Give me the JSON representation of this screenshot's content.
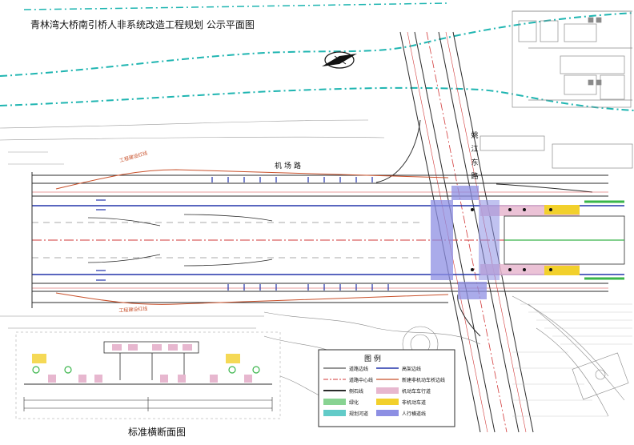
{
  "title": "青林湾大桥南引桥人非系统改造工程规划    公示平面图",
  "roads": {
    "airport": "机场路",
    "yaojiang": "姚江东路"
  },
  "redline_labels": {
    "top": "工程建设红线",
    "bottom": "工程建设红线"
  },
  "section": {
    "title": "标准横断面图"
  },
  "legend": {
    "title": "图 例",
    "items": [
      {
        "label": "道路边线"
      },
      {
        "label": "道路中心线"
      },
      {
        "label": "侧石线"
      },
      {
        "label": "绿化"
      },
      {
        "label": "规划河道"
      },
      {
        "label": "高架边线"
      },
      {
        "label": "新建非机动车桥边线"
      },
      {
        "label": "机动车车行道"
      },
      {
        "label": "非机动车道"
      },
      {
        "label": "人行横道线"
      }
    ]
  },
  "colors": {
    "river": "#1fb5b1",
    "road_line": "#2b2b2b",
    "center_line": "#d23a3a",
    "lane_blue": "#2233aa",
    "redline": "#c8502a",
    "pink_lane": "#e7b7cf",
    "crosswalk": "#8d8fe3",
    "yellow_lane": "#f2d02c",
    "green": "#39b54a",
    "map_gray": "#8a8a8a"
  }
}
